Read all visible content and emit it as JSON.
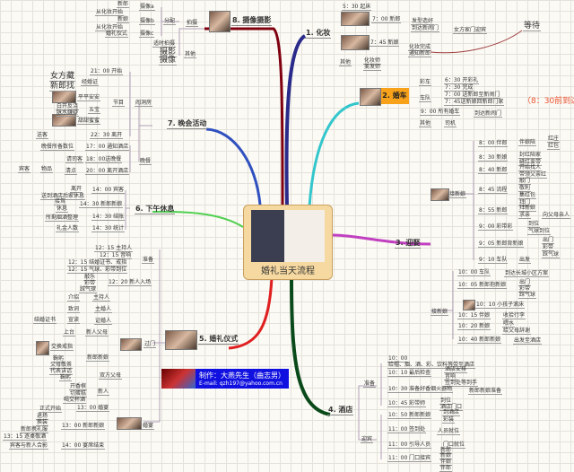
{
  "center": {
    "title": "婚礼当天流程"
  },
  "credit": {
    "author": "制作：大燕先生（曲志男）",
    "email": "E-mail: qzh197@yahoo.com.cn"
  },
  "branch_colors": {
    "b1": "#2a2a8a",
    "b2": "#33c6cc",
    "b3": "#c040c0",
    "b4": "#0a4a1a",
    "b5": "#e02020",
    "b6": "#50d050",
    "b7": "#3050c0",
    "b8": "#800010"
  },
  "b1": {
    "title": "1. 化妆",
    "nodes": [
      "5：30 起床",
      "7：00 新郎",
      "发型造好",
      "到达新闹门",
      "女方家门迎宾",
      "等待",
      "7：45 新娘",
      "化妆完成",
      "通知新郎",
      "其他",
      "化妆师",
      "美发师"
    ]
  },
  "b2": {
    "title": "2. 婚车",
    "nodes": [
      "彩车",
      "6：30 开彩礼",
      "7：30 完成",
      "车队",
      "7：00 送新郎至新闹门",
      "7：45送新娘回新郎门家",
      "（8：30前到达）",
      "9：00 所有婚车",
      "到达新闹门",
      "其他",
      "司机"
    ]
  },
  "b3": {
    "title": "3. 迎娶",
    "nodes": [
      "接新娘",
      "8：00 伴郎",
      "伴娘陪",
      "红庄",
      "红包",
      "8：30 新娘",
      "封红陪家",
      "缝红束带",
      "8：40 新郎",
      "开始找人",
      "带领父亲红",
      "8：45 流程",
      "敲门",
      "敬利",
      "集红包",
      "拜门",
      "8：55 新郎",
      "拜新娘",
      "求亲",
      "向父母亲人",
      "9：00 彩带彩",
      "到位",
      "气球到位",
      "9：05 新郎背新娘",
      "出门",
      "彩带",
      "踩气球",
      "9：10 车队",
      "出发",
      "接新娘",
      "10：00 车队",
      "到达长城小区方案",
      "10：05 新郎抱新娘",
      "出门",
      "彩带",
      "踩气球",
      "10：10 小孩子滚床",
      "10：15 伴娘",
      "收拾行李",
      "10：20 新娘",
      "喂水",
      "给父母辞谢",
      "10：40 新郎新娘",
      "出发至酒店"
    ]
  },
  "b4": {
    "title": "4. 酒店",
    "nodes": [
      "准备",
      "10：00",
      "给帽、烟、酒、彩、饮料等带至酒店",
      "10：10 最后检查",
      "酒店安排",
      "音响",
      "签到处等到手",
      "10：30 准备好香烟火器物",
      "新郎新娘准备",
      "10：45 彩带师",
      "到位",
      "酒店门口",
      "迎宾",
      "10：50 新郎新娘",
      "到酒店",
      "彩装",
      "11：00 签到处",
      "人员就位",
      "11：00 引导人员",
      "门口就位",
      "11：00 门口接宾",
      "新郎",
      "新娘",
      "伴娘",
      "伴郎"
    ]
  },
  "b5": {
    "title": "5. 婚礼仪式",
    "nodes": [
      "准备",
      "12：15 主持人",
      "12：15 音响",
      "12：15 结婚证书、戒指",
      "12：15 气球、彩带到位",
      "12：20 新人入场",
      "敲乐",
      "彩带",
      "踩气球",
      "过门",
      "介绍",
      "主持人",
      "致词",
      "主婚人",
      "结婚证书",
      "宣读",
      "证婚人",
      "上台",
      "新人父母",
      "交换戒指",
      "新郎新娘",
      "鞠躬",
      "父母敬茶",
      "代表讲话",
      "鞠躬",
      "双方父母",
      "新人",
      "开香槟",
      "切蛋糕",
      "喝交杯酒",
      "婚宴",
      "正式开始",
      "13：00 婚宴",
      "13：00 新郎新娘",
      "退场",
      "换装",
      "新郎携礼服",
      "13：15 逐桌敬酒",
      "宾客与新人合影",
      "14：00 宴席结束"
    ]
  },
  "b6": {
    "title": "6. 下午休息",
    "nodes": [
      "离开",
      "送到酒店后家休息",
      "14：00 宾客",
      "接驾",
      "休息",
      "14：30 新郎新娘",
      "所剩烟酒整理",
      "14：30 结账",
      "礼金人数",
      "14：30 统计"
    ]
  },
  "b7": {
    "title": "7. 晚会活动",
    "nodes": [
      "闹洞房",
      "21：00 开始",
      "节目",
      "经婚证",
      "女方藏",
      "新郎找",
      "平平安安",
      "五宝",
      "白开反浇",
      "脉水嫌疑",
      "甜甜蜜蜜",
      "送客",
      "22：30 离开",
      "晚餐",
      "晚餐所备数位",
      "17：00 通知酒店",
      "请司客",
      "18：00送晚餐",
      "宾客",
      "物品",
      "清点",
      "20：00 离开酒店"
    ]
  },
  "b8": {
    "title": "8. 摄像摄影",
    "nodes": [
      "新郎",
      "从化妆开始",
      "摄像a",
      "新娘",
      "从化妆开始",
      "摄像b",
      "婚礼仪式",
      "摄像c",
      "分配",
      "拍摄",
      "适时拍摄",
      "摄影",
      "摄像",
      "其他"
    ]
  }
}
